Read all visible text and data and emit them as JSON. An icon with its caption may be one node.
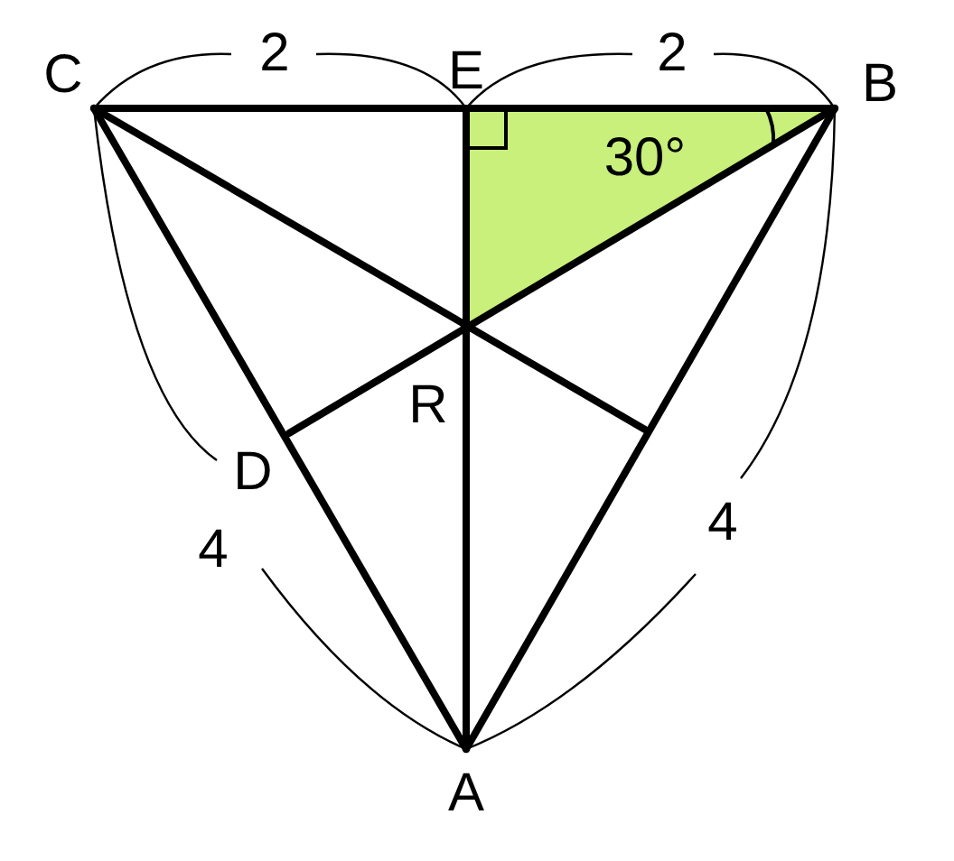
{
  "diagram": {
    "labels": [
      "C",
      "2",
      "E",
      "2",
      "B",
      "30°",
      "R",
      "D",
      "4",
      "4",
      "A"
    ]
  }
}
